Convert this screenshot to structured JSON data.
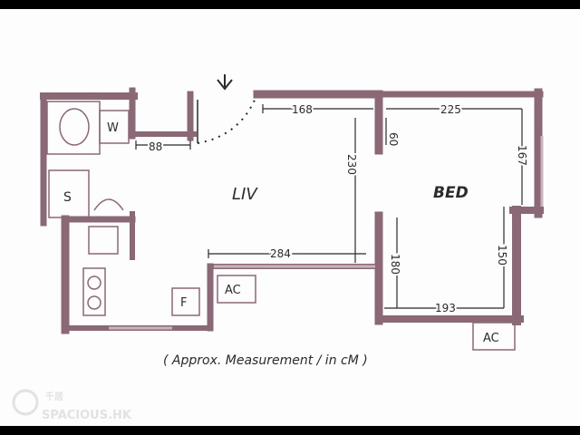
{
  "rooms": {
    "living": "LIV",
    "bed": "BED",
    "wc": "W",
    "shower": "S",
    "fridge": "F",
    "ac_living": "AC",
    "ac_bed": "AC"
  },
  "dimensions": {
    "d88": "88",
    "d168": "168",
    "d225": "225",
    "d60": "60",
    "d167": "167",
    "d230": "230",
    "d284": "284",
    "d180": "180",
    "d150": "150",
    "d193": "193"
  },
  "caption": "( Approx. Measurement / in cM )",
  "watermark": {
    "brand": "SPACIOUS.HK",
    "cjk": "千居"
  },
  "colors": {
    "wall": "#8a6876",
    "wall_light": "#c9b3bd",
    "ink": "#2b2b2b",
    "paper": "#fdfdfd"
  }
}
